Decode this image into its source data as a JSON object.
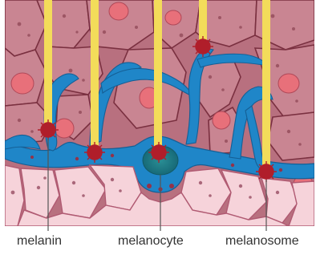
{
  "labels": {
    "melanin": "melanin",
    "melanocyte": "melanocyte",
    "melanosome": "melanosome"
  },
  "colors": {
    "background": "#ffffff",
    "cell_fill": "#c98592",
    "cell_outline": "#7a3040",
    "nucleus": "#e8707a",
    "basal_cell_fill": "#f6d3da",
    "melanocyte_blue": "#1f86c8",
    "melanocyte_nucleus": "#1f7a86",
    "light_beam": "#f3dc5a",
    "melanin_dot": "#b01e2a",
    "leader_line": "#555555",
    "label_text": "#333333"
  }
}
